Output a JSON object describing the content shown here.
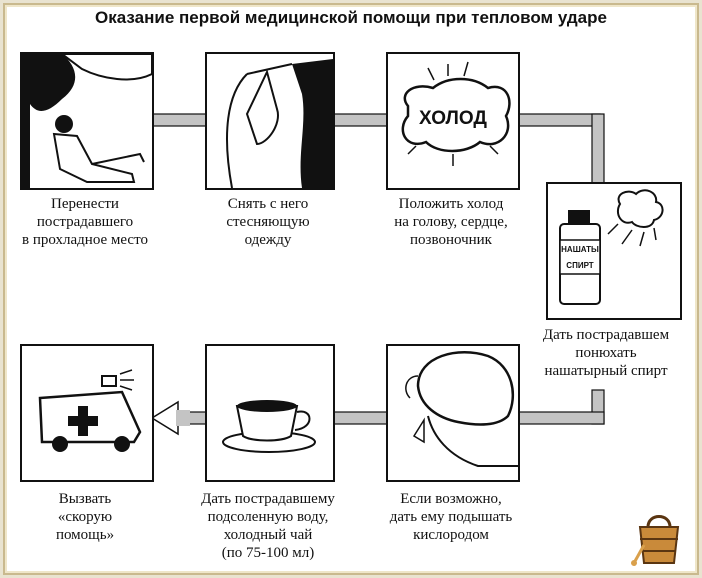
{
  "title": "Оказание первой медицинской помощи при тепловом ударе",
  "steps": [
    {
      "lines": [
        "Перенести",
        "пострадавшего",
        "в прохладное место"
      ]
    },
    {
      "lines": [
        "Снять с него",
        "стесняющую",
        "одежду"
      ]
    },
    {
      "lines": [
        "Положить холод",
        "на голову, сердце,",
        "позвоночник"
      ]
    },
    {
      "lines": [
        "Дать пострадавшем",
        "понюхать",
        "нашатырный спирт"
      ]
    },
    {
      "lines": [
        "Если возможно,",
        "дать ему подышать",
        "кислородом"
      ]
    },
    {
      "lines": [
        "Дать пострадавшему",
        "подсоленную воду,",
        "холодный чай",
        "(по 75-100 мл)"
      ]
    },
    {
      "lines": [
        "Вызвать",
        "«скорую",
        "помощь»"
      ]
    }
  ],
  "labels": {
    "cold": "ХОЛОД",
    "ammonia_1": "НАШАТЫ",
    "ammonia_2": "СПИРТ"
  },
  "colors": {
    "ink": "#111111",
    "connector": "#bdbdbd",
    "border": "#c9b98e"
  }
}
